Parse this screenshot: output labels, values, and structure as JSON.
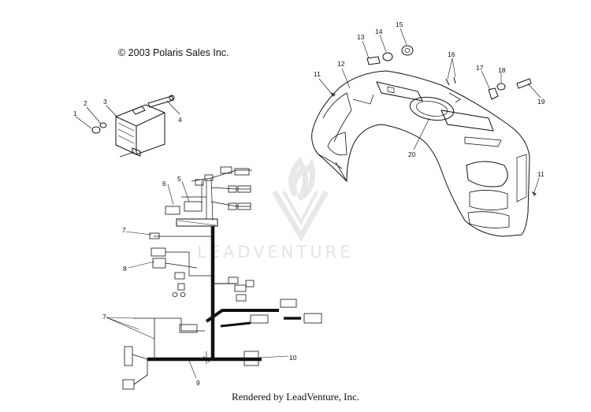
{
  "copyright": "© 2003 Polaris Sales Inc.",
  "footer": "Rendered by LeadVenture, Inc.",
  "watermark": {
    "text": "LEADVENTURE",
    "color": "#e6e6e6"
  },
  "callouts": [
    "1",
    "2",
    "3",
    "4",
    "5",
    "6",
    "7",
    "7",
    "8",
    "9",
    "10",
    "11",
    "11",
    "12",
    "13",
    "14",
    "15",
    "16",
    "17",
    "18",
    "19",
    "20"
  ]
}
